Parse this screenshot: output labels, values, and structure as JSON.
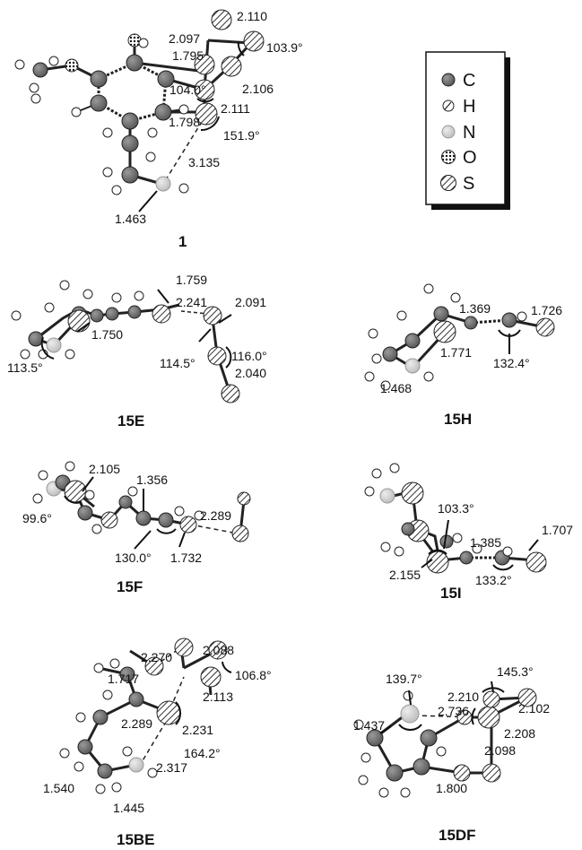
{
  "legend": {
    "items": [
      {
        "element": "C",
        "style": "carbon-gray"
      },
      {
        "element": "H",
        "style": "hydrogen-white"
      },
      {
        "element": "N",
        "style": "nitrogen-lightgray"
      },
      {
        "element": "O",
        "style": "oxygen-dotted"
      },
      {
        "element": "S",
        "style": "sulfur-hatched"
      }
    ]
  },
  "structures": {
    "s1": {
      "title": "1",
      "labels": [
        "2.110",
        "2.097",
        "103.9°",
        "1.795",
        "2.106",
        "104.0°",
        "2.111",
        "1.798",
        "151.9°",
        "3.135",
        "1.463"
      ]
    },
    "s15E": {
      "title": "15E",
      "labels": [
        "1.759",
        "2.241",
        "2.091",
        "116.0°",
        "114.5°",
        "2.040",
        "1.750",
        "113.5°"
      ]
    },
    "s15H": {
      "title": "15H",
      "labels": [
        "1.369",
        "1.726",
        "1.771",
        "1.468",
        "132.4°"
      ]
    },
    "s15F": {
      "title": "15F",
      "labels": [
        "2.105",
        "1.356",
        "99.6°",
        "2.289",
        "130.0°",
        "1.732"
      ]
    },
    "s15I": {
      "title": "15I",
      "labels": [
        "103.3°",
        "1.385",
        "1.707",
        "2.155",
        "133.2°"
      ]
    },
    "s15BE": {
      "title": "15BE",
      "labels": [
        "2.270",
        "2.088",
        "1.717",
        "106.8°",
        "2.113",
        "2.231",
        "2.289",
        "164.2°",
        "2.317",
        "1.540",
        "1.445"
      ]
    },
    "s15DF": {
      "title": "15DF",
      "labels": [
        "139.7°",
        "145.3°",
        "2.210",
        "2.102",
        "2.736",
        "1.437",
        "2.208",
        "2.098",
        "1.800"
      ]
    }
  }
}
